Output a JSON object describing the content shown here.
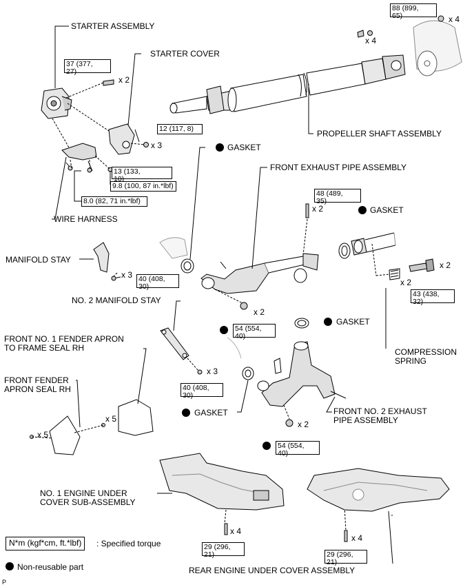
{
  "labels": {
    "starter_assembly": "STARTER ASSEMBLY",
    "starter_cover": "STARTER COVER",
    "propeller_shaft": "PROPELLER SHAFT ASSEMBLY",
    "gasket": "GASKET",
    "front_exhaust_pipe": "FRONT EXHAUST PIPE ASSEMBLY",
    "wire_harness": "WIRE HARNESS",
    "manifold_stay": "MANIFOLD STAY",
    "no2_manifold_stay": "NO. 2 MANIFOLD STAY",
    "fender_apron_seal_front_no1": "FRONT NO. 1 FENDER APRON\nTO FRAME SEAL RH",
    "fender_apron_seal_front": "FRONT FENDER\nAPRON SEAL RH",
    "compression_spring": "COMPRESSION\nSPRING",
    "front_no2_exhaust_pipe": "FRONT NO. 2 EXHAUST\nPIPE ASSEMBLY",
    "no1_engine_under_cover": "NO. 1 ENGINE UNDER\nCOVER SUB-ASSEMBLY",
    "rear_engine_under_cover": "REAR ENGINE UNDER COVER ASSEMBLY"
  },
  "torques": {
    "t88": "88 (899,\n65)",
    "t37": "37 (377,\n27)",
    "t12": "12 (117, 8)",
    "t13": "13 (133,\n10)",
    "t98": "9.8 (100, 87 in.*lbf)",
    "t80": "8.0 (82, 71 in.*lbf)",
    "t48": "48 (489,\n35)",
    "t40a": "40 (408,\n30)",
    "t43": "43 (438,\n32)",
    "t54a": "54 (554,\n40)",
    "t40b": "40 (408,\n30)",
    "t54b": "54 (554,\n40)",
    "t29a": "29 (296,\n21)",
    "t29b": "29 (296,\n21)"
  },
  "quantities": {
    "x4": "x 4",
    "x2": "x 2",
    "x3": "x 3",
    "x5": "x 5"
  },
  "legend": {
    "torque_unit": "N*m (kgf*cm, ft.*lbf)",
    "torque_desc": ": Specified torque",
    "nonreusable": "Non-reusable part"
  },
  "corner_mark": "P"
}
